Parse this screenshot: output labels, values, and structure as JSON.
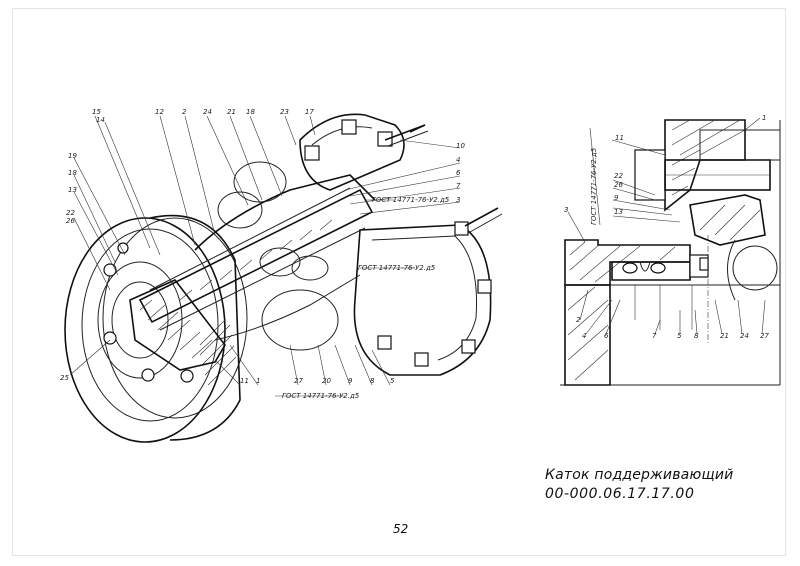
{
  "title": "Каток поддерживающий",
  "drawing_code": "00-000.06.17.17.00",
  "page_number": "52",
  "main_view": {
    "part_labels": [
      "15",
      "14",
      "12",
      "2",
      "24",
      "21",
      "18",
      "23",
      "17",
      "10",
      "4",
      "6",
      "7",
      "3",
      "19",
      "18",
      "13",
      "22",
      "26",
      "25",
      "11",
      "1",
      "27",
      "20",
      "9",
      "8",
      "5"
    ],
    "gost_notes": [
      "ГОСТ 14771-76-У2.д5",
      "ГОСТ 14771-76-У2.д5",
      "ГОСТ 14771-76-У2.д5"
    ]
  },
  "detail_view": {
    "part_labels": [
      "1",
      "11",
      "22",
      "26",
      "9",
      "13",
      "3",
      "2",
      "4",
      "6",
      "7",
      "5",
      "8",
      "21",
      "24",
      "27"
    ],
    "gost_note": "ГОСТ 14771-76-У2.д5"
  },
  "colors": {
    "ink": "#222222",
    "paper": "#ffffff"
  }
}
